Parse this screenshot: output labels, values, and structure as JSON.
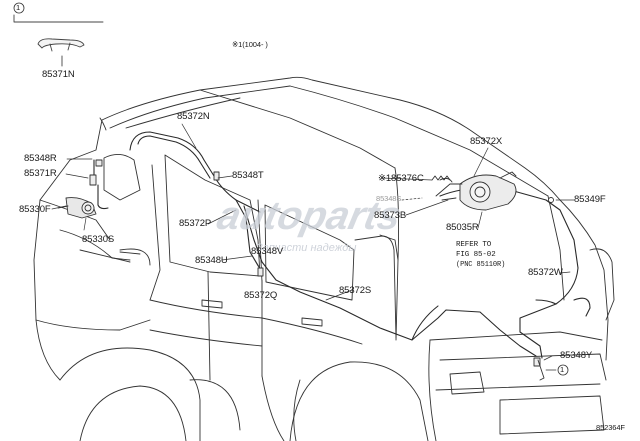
{
  "diagram": {
    "callout_1": "1",
    "callout_2": "1",
    "note": "※1(1004-  )",
    "figure_id": "85236​4F",
    "watermark": {
      "brand": "autoparts",
      "tagline": "Запчасти надежды"
    },
    "reference": {
      "line1": "REFER TO",
      "line2": "FIG 85-02",
      "line3": "(PNC 85110R)"
    },
    "parts": {
      "p85371N": "85371N",
      "p85372N": "85372N",
      "p85348R": "85348R",
      "p85371R": "85371R",
      "p85330F": "85330F",
      "p85330S": "85330S",
      "p85348T": "85348T",
      "p85372P": "85372P",
      "p85348V": "85348V",
      "p85348U": "85348U",
      "p85372Q": "85372Q",
      "p85372S": "85372S",
      "p85376C": "※185376C",
      "p85348S": "85348S",
      "p85373B": "85373B",
      "p85035R": "85035R",
      "p85372X": "85372X",
      "p85349F": "85349F",
      "p85372W": "85372W",
      "p85348Y": "85348Y"
    }
  }
}
